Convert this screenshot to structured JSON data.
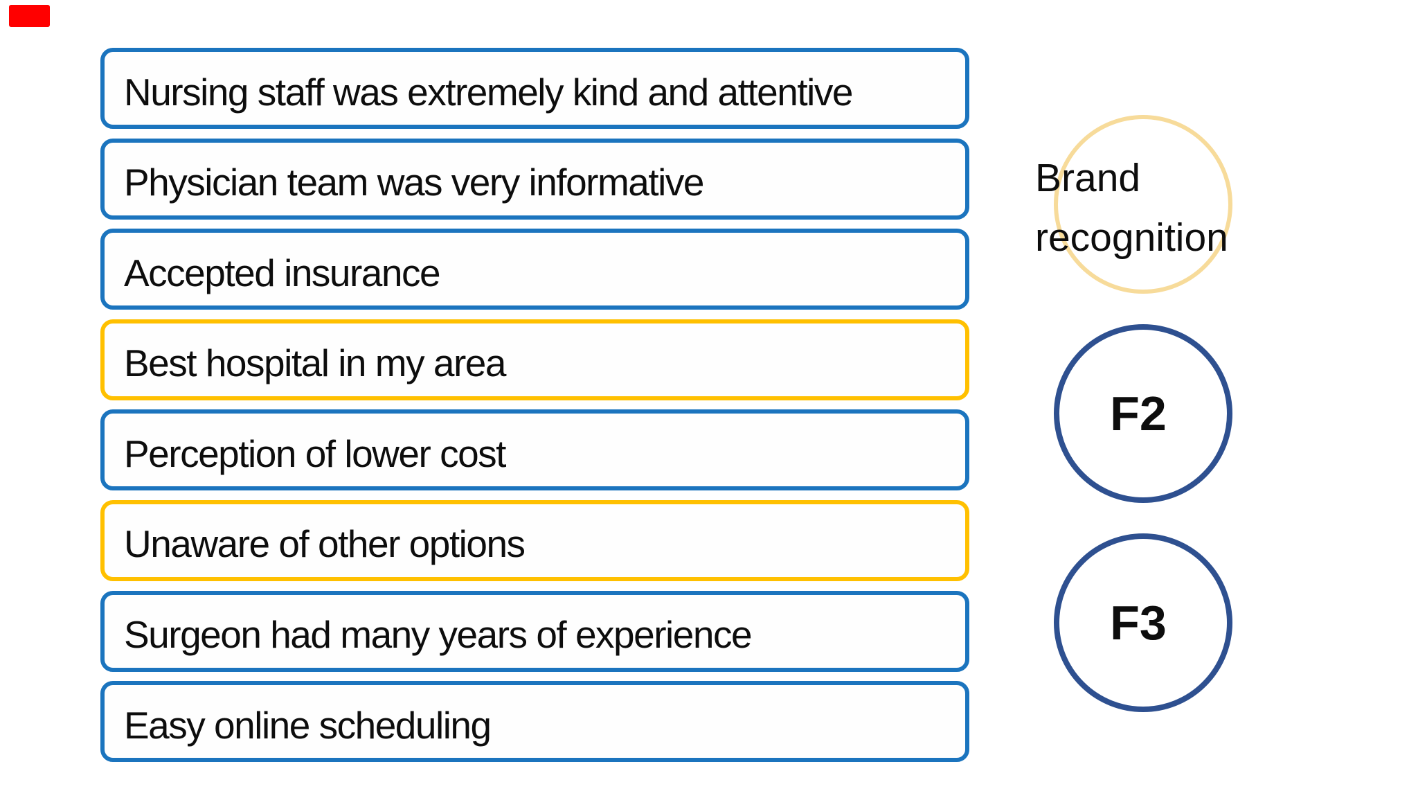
{
  "slide": {
    "background": "#ffffff"
  },
  "marker": {
    "type": "red-rectangle"
  },
  "factors": {
    "items": [
      {
        "label": "Nursing staff was extremely kind and attentive",
        "highlight": "blue"
      },
      {
        "label": "Physician team was very informative",
        "highlight": "blue"
      },
      {
        "label": "Accepted insurance",
        "highlight": "blue"
      },
      {
        "label": "Best hospital in my area",
        "highlight": "yellow"
      },
      {
        "label": "Perception of lower cost",
        "highlight": "blue"
      },
      {
        "label": "Unaware of other options",
        "highlight": "yellow"
      },
      {
        "label": "Surgeon had many years of experience",
        "highlight": "blue"
      },
      {
        "label": "Easy online scheduling",
        "highlight": "blue"
      }
    ]
  },
  "annotations": {
    "brand_circle_label": "Brand recognition",
    "f2_label": "F2",
    "f3_label": "F3"
  },
  "colors": {
    "box_blue": "#1b74be",
    "box_yellow": "#ffc000",
    "circle_navy": "#2e5090",
    "circle_gold": "#f7db9a",
    "marker_red": "#ff0000",
    "text": "#0d0d0d"
  }
}
